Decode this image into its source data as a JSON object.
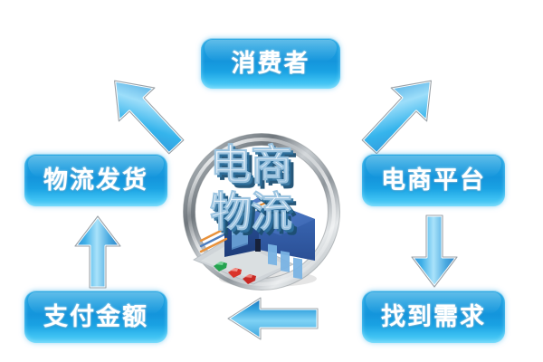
{
  "diagram": {
    "title": "电商物流",
    "type": "circular-flow",
    "background_color": "#ffffff",
    "node_color": "#1c9fe0",
    "node_text_color": "#ffffff",
    "arrow_color": "#3fb7ef",
    "ring_color": "#b9bec2"
  },
  "center": {
    "name": "center-emblem",
    "line1": "电商",
    "line2": "物流",
    "ring_label": "silver-ring",
    "illustration": "warehouse-building"
  },
  "nodes": [
    {
      "id": "consumer",
      "label": "消费者",
      "position": "top"
    },
    {
      "id": "logistics",
      "label": "物流发货",
      "position": "left-middle"
    },
    {
      "id": "payment",
      "label": "支付金额",
      "position": "left-bottom"
    },
    {
      "id": "platform",
      "label": "电商平台",
      "position": "right-middle"
    },
    {
      "id": "demand",
      "label": "找到需求",
      "position": "right-bottom"
    }
  ],
  "arrows": [
    {
      "id": "logistics-to-consumer",
      "name": "arrow-up-right",
      "from": "物流发货",
      "to": "消费者",
      "direction": "up-right"
    },
    {
      "id": "platform-to-consumer",
      "name": "arrow-up-left",
      "from": "电商平台",
      "to": "消费者",
      "direction": "up-left"
    },
    {
      "id": "platform-to-demand",
      "name": "arrow-down",
      "from": "电商平台",
      "to": "找到需求",
      "direction": "down"
    },
    {
      "id": "demand-to-payment",
      "name": "arrow-left",
      "from": "找到需求",
      "to": "支付金额",
      "direction": "left"
    },
    {
      "id": "payment-to-logistics",
      "name": "arrow-up",
      "from": "支付金额",
      "to": "物流发货",
      "direction": "up"
    }
  ]
}
